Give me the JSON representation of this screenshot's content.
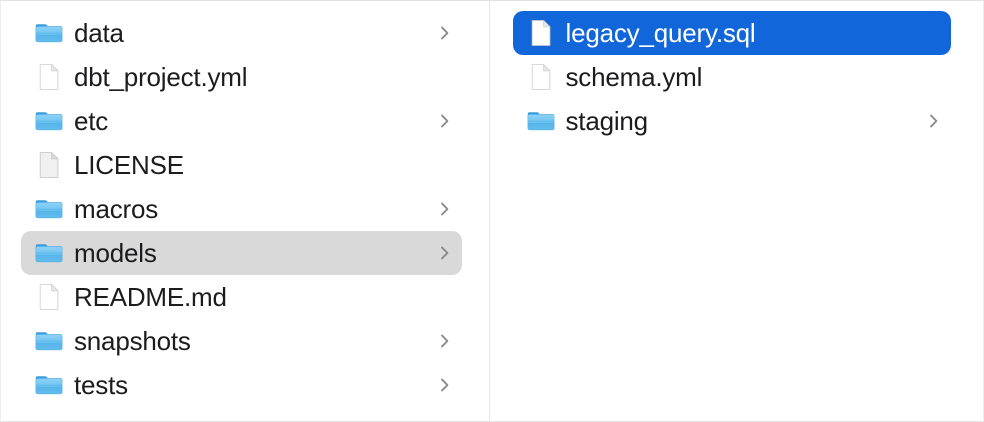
{
  "window": {
    "view": "column",
    "accent_color": "#1166da",
    "inactive_selection_color": "#d9d9d9",
    "folder_color": "#59b6ec",
    "text_color": "#1c1c1e",
    "selected_text_color": "#ffffff"
  },
  "columns": [
    {
      "name": "parent-column",
      "items": [
        {
          "label": "data",
          "kind": "folder",
          "has_chevron": true,
          "state": "normal"
        },
        {
          "label": "dbt_project.yml",
          "kind": "document",
          "has_chevron": false,
          "state": "normal"
        },
        {
          "label": "etc",
          "kind": "folder",
          "has_chevron": true,
          "state": "normal"
        },
        {
          "label": "LICENSE",
          "kind": "plain",
          "has_chevron": false,
          "state": "normal"
        },
        {
          "label": "macros",
          "kind": "folder",
          "has_chevron": true,
          "state": "normal"
        },
        {
          "label": "models",
          "kind": "folder",
          "has_chevron": true,
          "state": "selected-inactive"
        },
        {
          "label": "README.md",
          "kind": "document",
          "has_chevron": false,
          "state": "normal"
        },
        {
          "label": "snapshots",
          "kind": "folder",
          "has_chevron": true,
          "state": "normal"
        },
        {
          "label": "tests",
          "kind": "folder",
          "has_chevron": true,
          "state": "normal"
        }
      ]
    },
    {
      "name": "child-column",
      "items": [
        {
          "label": "legacy_query.sql",
          "kind": "document",
          "has_chevron": false,
          "state": "selected-active"
        },
        {
          "label": "schema.yml",
          "kind": "document",
          "has_chevron": false,
          "state": "normal"
        },
        {
          "label": "staging",
          "kind": "folder",
          "has_chevron": true,
          "state": "normal"
        }
      ]
    }
  ],
  "icons": {
    "folder": "folder-icon",
    "document": "document-icon",
    "plain": "generic-document-icon",
    "chevron": "chevron-right-icon"
  }
}
